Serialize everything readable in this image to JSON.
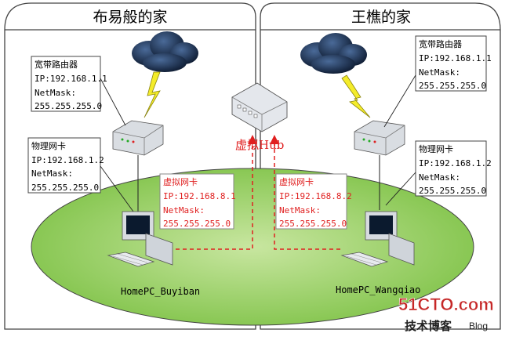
{
  "houses": {
    "left": {
      "title": "布易般的家"
    },
    "right": {
      "title": "王樵的家"
    }
  },
  "hub": {
    "label": "虚拟Hub"
  },
  "left": {
    "router_box": [
      "宽带路由器",
      "IP:192.168.1.1",
      "NetMask:",
      "255.255.255.0"
    ],
    "nic_box": [
      "物理网卡",
      "IP:192.168.1.2",
      "NetMask:",
      "255.255.255.0"
    ],
    "vnic_box": [
      "虚拟网卡",
      "IP:192.168.8.1",
      "NetMask:",
      "255.255.255.0"
    ],
    "pc_label": "HomePC_Buyiban"
  },
  "right": {
    "router_box": [
      "宽带路由器",
      "IP:192.168.1.1",
      "NetMask:",
      "255.255.255.0"
    ],
    "nic_box": [
      "物理网卡",
      "IP:192.168.1.2",
      "NetMask:",
      "255.255.255.0"
    ],
    "vnic_box": [
      "虚拟网卡",
      "IP:192.168.8.2",
      "NetMask:",
      "255.255.255.0"
    ],
    "pc_label": "HomePC_Wangqiao"
  },
  "watermark": {
    "site": "51CTO.com",
    "sub": "技术博客",
    "blog": "Blog"
  },
  "colors": {
    "ellipse_fill": "#8cc63f",
    "red": "#e02020",
    "cloud": "#1c2f4f",
    "bolt": "#f4ec2a"
  }
}
